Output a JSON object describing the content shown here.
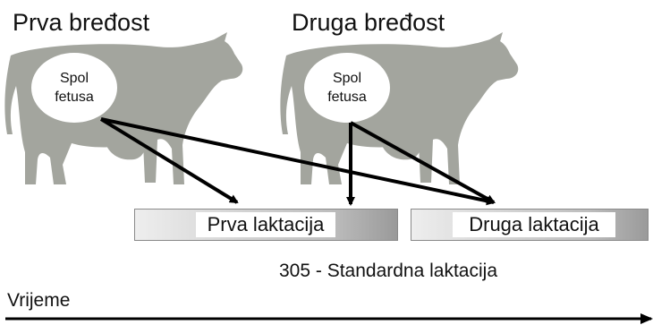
{
  "titles": {
    "first": "Prva bređost",
    "second": "Druga bređost"
  },
  "ovals": {
    "first": {
      "line1": "Spol",
      "line2": "fetusa"
    },
    "second": {
      "line1": "Spol",
      "line2": "fetusa"
    }
  },
  "bars": {
    "first": "Prva laktacija",
    "second": "Druga laktacija"
  },
  "standard_caption": "305 - Standardna laktacija",
  "time_label": "Vrijeme",
  "colors": {
    "cow": "#a3a59e",
    "arrow": "#000000",
    "bar_light": "#eeeeee",
    "bar_dark": "#9a9a9a"
  }
}
